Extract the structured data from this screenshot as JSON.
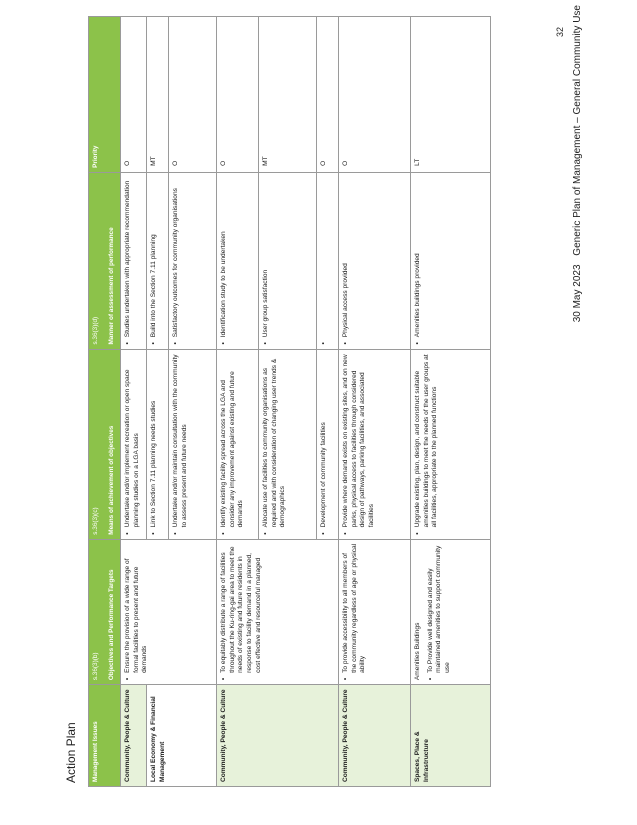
{
  "page": {
    "section_title": "Action Plan",
    "page_number": "32",
    "footer_date": "30 May 2023",
    "footer_title": "Generic Plan of Management – General Community Use"
  },
  "headers": {
    "col1": {
      "sub": "",
      "main": "Management Issues"
    },
    "col2": {
      "sub": "s.36(3)(b)",
      "main": "Objectives and Performance Targets"
    },
    "col3": {
      "sub": "s.36(3)(c)",
      "main": "Means of achievement of objectives"
    },
    "col4": {
      "sub": "s.36(3)(d)",
      "main": "Manner of assessment of performance"
    },
    "col5": {
      "sub": "",
      "main": "Priority"
    }
  },
  "rows": {
    "r1": {
      "issue": "Community, People & Culture",
      "objective": "Ensure the provision of a wide range of formal facilities to present and future demands",
      "means": "Undertake and/or implement recreation or open space planning studies on a LGA basis",
      "assessment": "Studies undertaken with appropriate recommendation",
      "priority": "O"
    },
    "r2": {
      "issue": "Local Economy & Financial Management",
      "means": "Link to Section 7.11 planning needs studies",
      "assessment": "Build into the Section 7.11 planning",
      "priority": "MT"
    },
    "r3": {
      "means": "Undertake and/or maintain consultation with the community to assess present and future needs",
      "assessment": "Satisfactory outcomes for community organisations",
      "priority": "O"
    },
    "r4": {
      "issue": "Community, People & Culture",
      "objective": "To equitably distribute a range of facilities throughout the Ku-ring-gai area to meet the needs of existing and future residents in response to facility demand in a planned, cost effective and resourceful managed",
      "means": "Identify existing facility spread across the LGA and consider any improvement against existing and future demands",
      "assessment": "Identification study to be undertaken",
      "priority": "O"
    },
    "r5": {
      "means": "Allocate use of facilities to community organisations as required and with consideration of changing user trends & demographics",
      "assessment": "User group satisfaction",
      "priority": "MT"
    },
    "r6": {
      "means": "Development of community facilities",
      "assessment": "",
      "priority": "O"
    },
    "r7": {
      "issue": "Community, People & Culture",
      "objective": "To provide accessibility to all members of the community regardless of age or physical ability",
      "means": "Provide where demand exists on existing sites, and on new parks, physical access to facilities through considered design of pathways, parking facilities, and associated facilities",
      "assessment": "Physical access provided",
      "priority": "O"
    },
    "r8": {
      "issue": "Spaces, Place & Infrastructure",
      "objective_heading": "Amenities Buildings",
      "objective": "To Provide well designed and easily maintained amenities to support community use",
      "means": "Upgrade existing, plan, design, and construct suitable amenities buildings to meet the needs of the user groups at all facilities, appropriate to the planned functions",
      "assessment": "Amenities buildings provided",
      "priority": "LT"
    }
  },
  "bullet_glyph": "•",
  "colors": {
    "header_bg": "#8cc24a",
    "issue_bg": "#e7f2da",
    "border": "#9a9a9a"
  }
}
